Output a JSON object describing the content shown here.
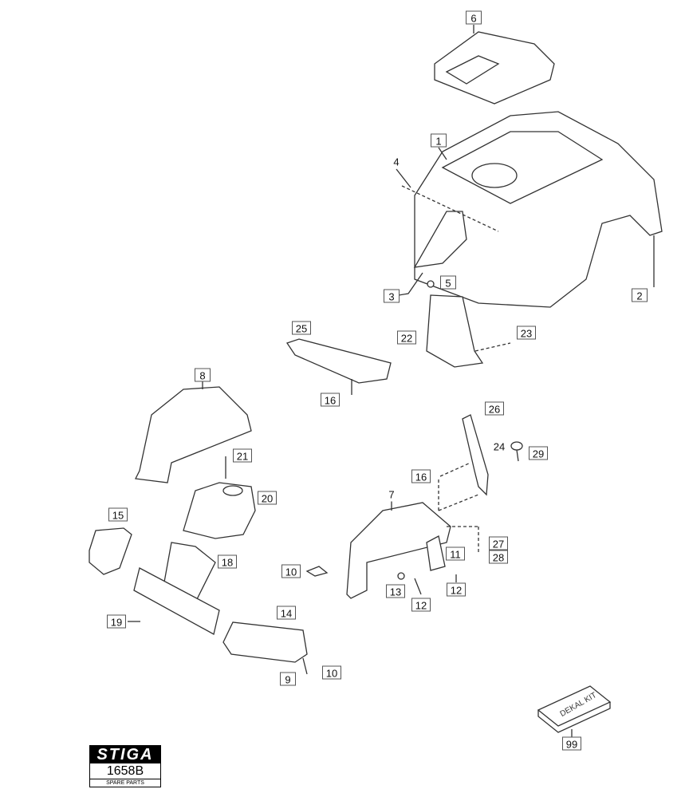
{
  "diagram": {
    "callouts": [
      "6",
      "1",
      "4",
      "5",
      "3",
      "2",
      "25",
      "22",
      "23",
      "16",
      "8",
      "26",
      "24",
      "29",
      "21",
      "16",
      "20",
      "7",
      "15",
      "27",
      "11",
      "28",
      "18",
      "10",
      "13",
      "12",
      "12",
      "19",
      "14",
      "9",
      "10",
      "99"
    ],
    "decal_kit_label": "DEKAL KIT"
  },
  "logo": {
    "brand": "STIGA",
    "code": "1658B",
    "subtitle": "SPARE PARTS"
  }
}
